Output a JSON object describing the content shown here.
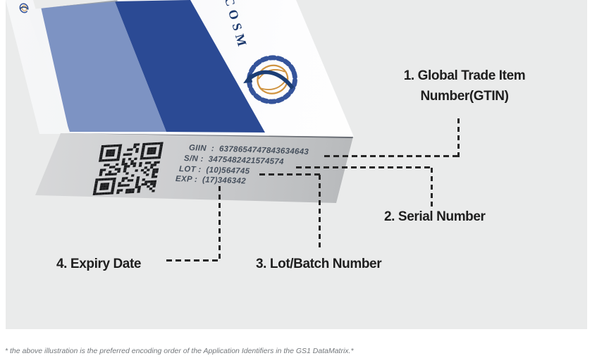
{
  "panel": {
    "bg": "#eaebeb"
  },
  "box": {
    "brand": "COSM",
    "stripe_light": "#7d93c3",
    "stripe_dark": "#2b4a94",
    "logo_blue": "#35549b",
    "logo_orange": "#cf9340"
  },
  "label": {
    "lines": [
      "GIIN  :  6378654747843634643",
      "S/N :  3475482421574574",
      "LOT :  (10)564745",
      "EXP :  (17)346342"
    ]
  },
  "annotations": {
    "gtin": "1. Global Trade Item Number(GTIN)",
    "serial": "2. Serial Number",
    "lot": "3. Lot/Batch Number",
    "expiry": "4. Expiry Date"
  },
  "footnote": "* the above illustration is the preferred encoding order of the Application Identifiers in the GS1 DataMatrix.*",
  "connector_color": "#262626"
}
